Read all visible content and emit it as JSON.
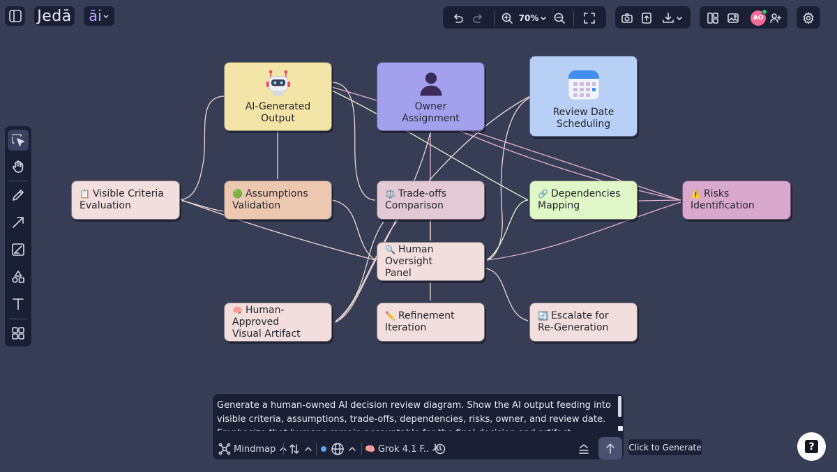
{
  "app": {
    "logo": "Jedā",
    "ai_label": "āi"
  },
  "toolbar": {
    "zoom": "70%",
    "avatar_initials": "AO",
    "colors": {
      "bg": "#373d55",
      "panel": "#1b1f33",
      "accent": "#b9a0ff",
      "avatar": "#f46a9b",
      "online": "#2ecc71"
    }
  },
  "sidebar": {
    "tools": [
      "select-tool",
      "hand-tool",
      "pen-tool",
      "arrow-tool",
      "image-tool",
      "shapes-tool",
      "text-tool",
      "components-tool"
    ]
  },
  "nodes": {
    "ai_output": {
      "label": "AI-Generated Output",
      "icon": "robot-icon",
      "color": "#f3e5a8"
    },
    "owner": {
      "label": "Owner Assignment",
      "icon": "person-icon",
      "color": "#a3a1ee"
    },
    "review_date": {
      "line1": "Review Date",
      "line2": "Scheduling",
      "icon": "calendar-icon",
      "color": "#b8d0f5"
    },
    "criteria": {
      "emoji": "📋",
      "line1": "Visible Criteria",
      "line2": "Evaluation",
      "color": "#f1dedd"
    },
    "assumptions": {
      "emoji": "🟢",
      "line1": "Assumptions",
      "line2": "Validation",
      "color": "#ecc8b1"
    },
    "tradeoffs": {
      "emoji": "⚖️",
      "line1": "Trade-offs",
      "line2": "Comparison",
      "color": "#e2c9d4"
    },
    "dependencies": {
      "emoji": "🔗",
      "line1": "Dependencies",
      "line2": "Mapping",
      "color": "#e0f7c7"
    },
    "risks": {
      "emoji": "⚠️",
      "line1": "Risks",
      "line2": "Identification",
      "color": "#d9a9cd"
    },
    "oversight": {
      "emoji": "🔍",
      "line1": "Human Oversight",
      "line2": "Panel",
      "color": "#f1dedd"
    },
    "artifact": {
      "emoji": "🧠",
      "line1": "Human-Approved",
      "line2": "Visual Artifact",
      "color": "#f1dedd"
    },
    "refinement": {
      "emoji": "✏️",
      "line1": "Refinement",
      "line2": "Iteration",
      "color": "#f1dedd"
    },
    "escalate": {
      "emoji": "🔄",
      "line1": "Escalate for",
      "line2": "Re-Generation",
      "color": "#f1dedd"
    }
  },
  "prompt": {
    "text": "Generate a human-owned AI decision review diagram. Show the AI output feeding into visible criteria, assumptions, trade-offs, dependencies, risks, owner, and review date. Emphasize that humans remain accountable for the final decision and artifact.",
    "mode_label": "Mindmap",
    "model_label": "Grok 4.1 F.."
  },
  "tooltip": "Click to Generate",
  "help_label": "?"
}
